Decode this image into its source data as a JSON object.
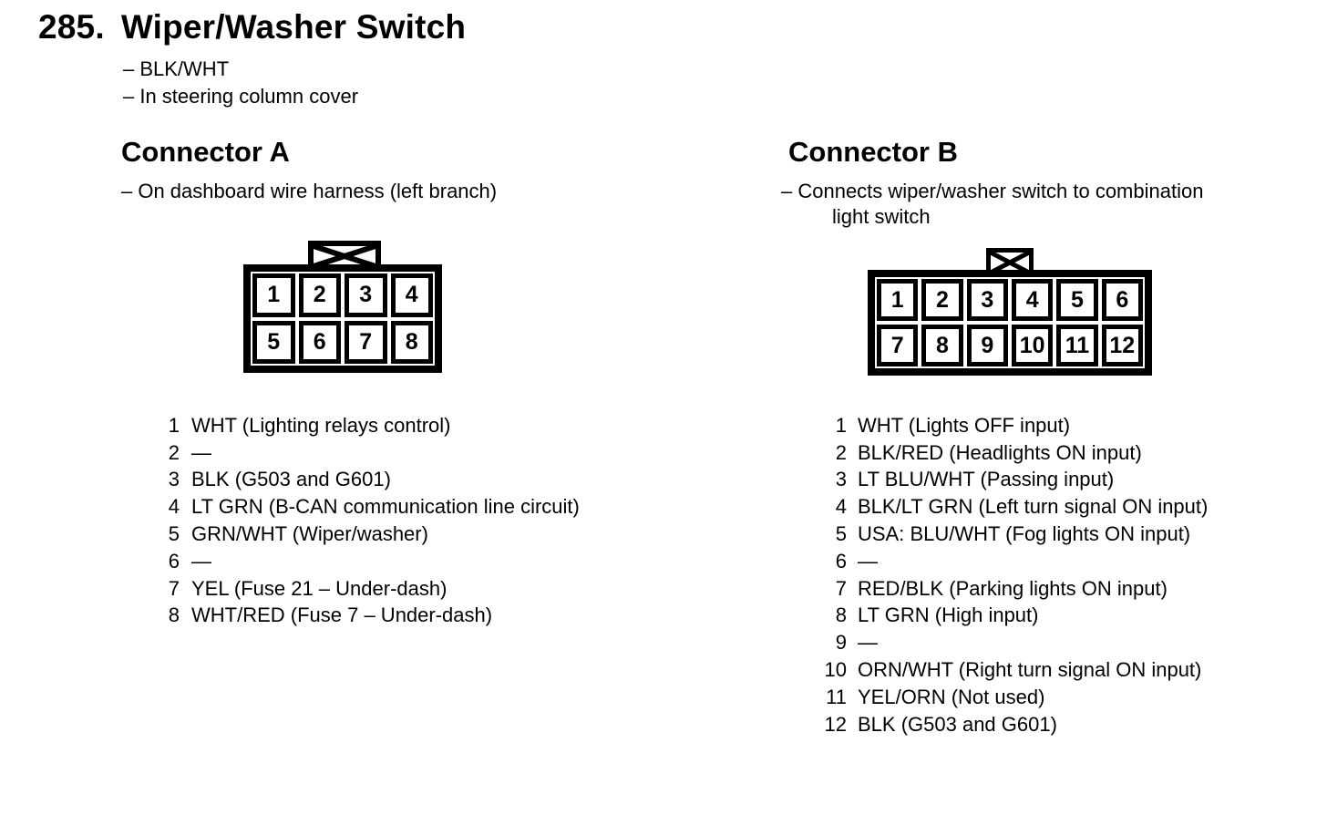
{
  "colors": {
    "ink": "#000000",
    "paper": "#ffffff"
  },
  "header": {
    "number": "285.",
    "title": "Wiper/Washer Switch",
    "notes": [
      "– BLK/WHT",
      "– In steering column cover"
    ]
  },
  "connector_a": {
    "heading": "Connector A",
    "note_lines": [
      "– On dashboard wire harness (left branch)"
    ],
    "rows": [
      [
        "1",
        "2",
        "3",
        "4"
      ],
      [
        "5",
        "6",
        "7",
        "8"
      ]
    ],
    "pins": [
      {
        "num": "1",
        "desc": "WHT (Lighting relays control)"
      },
      {
        "num": "2",
        "desc": "—"
      },
      {
        "num": "3",
        "desc": "BLK (G503 and G601)"
      },
      {
        "num": "4",
        "desc": "LT GRN (B-CAN communication line circuit)"
      },
      {
        "num": "5",
        "desc": "GRN/WHT (Wiper/washer)"
      },
      {
        "num": "6",
        "desc": "—"
      },
      {
        "num": "7",
        "desc": "YEL (Fuse 21 – Under-dash)"
      },
      {
        "num": "8",
        "desc": "WHT/RED (Fuse 7 – Under-dash)"
      }
    ]
  },
  "connector_b": {
    "heading": "Connector B",
    "note_lines": [
      "– Connects wiper/washer switch to combination",
      "light switch"
    ],
    "rows": [
      [
        "1",
        "2",
        "3",
        "4",
        "5",
        "6"
      ],
      [
        "7",
        "8",
        "9",
        "10",
        "11",
        "12"
      ]
    ],
    "pins": [
      {
        "num": "1",
        "desc": "WHT (Lights OFF input)"
      },
      {
        "num": "2",
        "desc": "BLK/RED (Headlights ON input)"
      },
      {
        "num": "3",
        "desc": "LT BLU/WHT (Passing input)"
      },
      {
        "num": "4",
        "desc": "BLK/LT GRN (Left turn signal ON input)"
      },
      {
        "num": "5",
        "desc": "USA: BLU/WHT (Fog lights ON input)"
      },
      {
        "num": "6",
        "desc": "—"
      },
      {
        "num": "7",
        "desc": "RED/BLK (Parking lights ON input)"
      },
      {
        "num": "8",
        "desc": "LT GRN (High input)"
      },
      {
        "num": "9",
        "desc": "—"
      },
      {
        "num": "10",
        "desc": "ORN/WHT (Right turn signal ON input)"
      },
      {
        "num": "11",
        "desc": "YEL/ORN (Not used)"
      },
      {
        "num": "12",
        "desc": "BLK (G503 and G601)"
      }
    ]
  }
}
